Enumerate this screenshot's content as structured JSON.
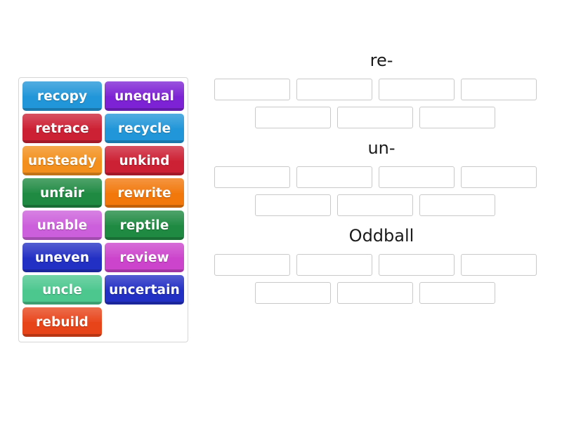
{
  "activity": {
    "type": "group-sort",
    "background_color": "#ffffff"
  },
  "word_bank": {
    "name": "word-bank",
    "border_color": "#d6d6d6",
    "tiles": [
      {
        "label": "recopy",
        "color": "#2196d8"
      },
      {
        "label": "unequal",
        "color": "#7d22d4"
      },
      {
        "label": "retrace",
        "color": "#cc2034"
      },
      {
        "label": "recycle",
        "color": "#2196d8"
      },
      {
        "label": "unsteady",
        "color": "#f3901d"
      },
      {
        "label": "unkind",
        "color": "#cc2034"
      },
      {
        "label": "unfair",
        "color": "#1f8a42"
      },
      {
        "label": "rewrite",
        "color": "#f2780c"
      },
      {
        "label": "unable",
        "color": "#cc5fdb"
      },
      {
        "label": "reptile",
        "color": "#1f8a42"
      },
      {
        "label": "uneven",
        "color": "#2330c4"
      },
      {
        "label": "review",
        "color": "#cc44cc"
      },
      {
        "label": "uncle",
        "color": "#4cc78e"
      },
      {
        "label": "uncertain",
        "color": "#2330c4"
      },
      {
        "label": "rebuild",
        "color": "#e8441a"
      }
    ]
  },
  "sort_groups": [
    {
      "heading": "re-",
      "rows": [
        {
          "slots": [
            "",
            "",
            "",
            ""
          ]
        },
        {
          "slots": [
            "",
            "",
            ""
          ]
        }
      ]
    },
    {
      "heading": "un-",
      "rows": [
        {
          "slots": [
            "",
            "",
            "",
            ""
          ]
        },
        {
          "slots": [
            "",
            "",
            ""
          ]
        }
      ]
    },
    {
      "heading": "Oddball",
      "rows": [
        {
          "slots": [
            "",
            "",
            "",
            ""
          ]
        },
        {
          "slots": [
            "",
            "",
            ""
          ]
        }
      ]
    }
  ]
}
